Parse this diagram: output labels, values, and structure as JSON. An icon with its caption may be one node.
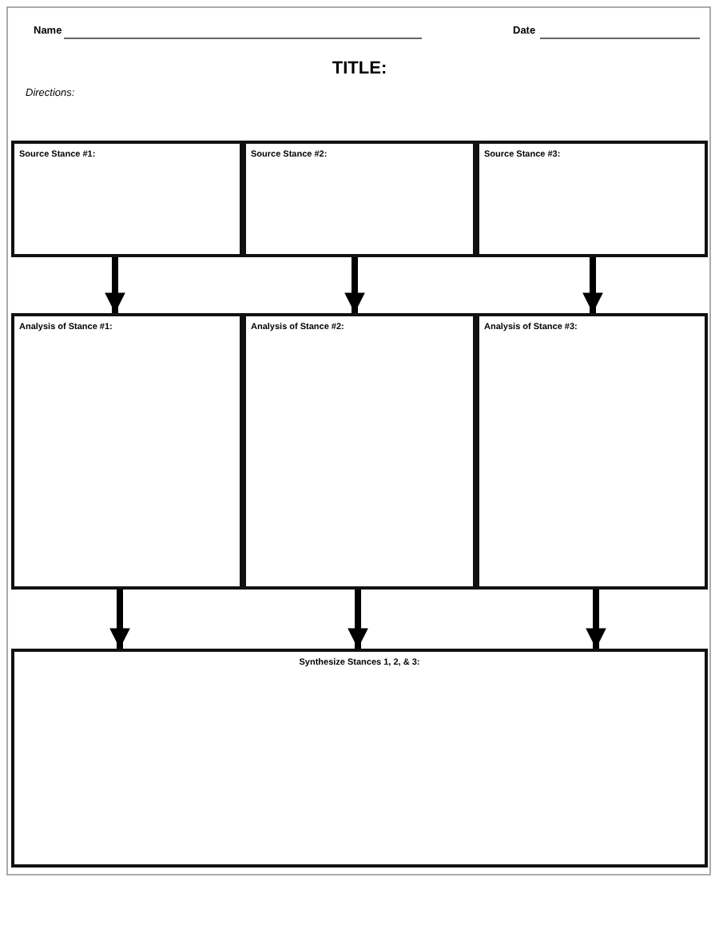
{
  "diagram": {
    "title": "TITLE:",
    "nodes": [
      {
        "text": [
          "Source Stance #1:"
        ]
      },
      {
        "text": [
          "Source Stance #2:"
        ]
      },
      {
        "text": [
          "Source Stance #3:"
        ]
      },
      {
        "text": [
          "Analysis of Stance #1:"
        ]
      },
      {
        "text": [
          "Analysis of Stance #2:"
        ]
      },
      {
        "text": [
          "Analysis of Stance #3:"
        ]
      },
      {
        "text": [
          "Synthesize Stances 1, 2, & 3:"
        ]
      }
    ],
    "edges": [
      {
        "from": 0,
        "to": 3,
        "arrow": "to"
      },
      {
        "from": 1,
        "to": 4,
        "arrow": "to"
      },
      {
        "from": 2,
        "to": 5,
        "arrow": "to"
      },
      {
        "from": 3,
        "to": 6,
        "arrow": "to"
      },
      {
        "from": 4,
        "to": 6,
        "arrow": "to"
      },
      {
        "from": 5,
        "to": 6,
        "arrow": "to"
      }
    ],
    "labels": [
      "Name",
      "Date",
      "Directions:"
    ]
  }
}
